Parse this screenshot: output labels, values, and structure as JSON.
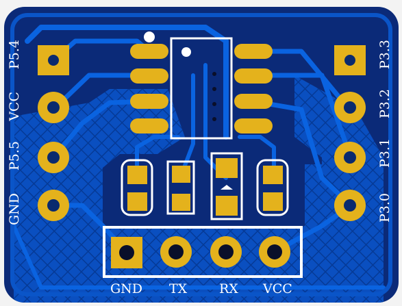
{
  "colors": {
    "background": "#f3f3f3",
    "board": "#0b2a78",
    "copper": "#0a55c8",
    "trace": "#0a63e0",
    "pad": "#e4b21c",
    "silkscreen": "#ffffff",
    "hole": "#0a2a6e"
  },
  "labels": {
    "left": [
      "P5.4",
      "VCC",
      "P5.5",
      "GND"
    ],
    "right": [
      "P3.3",
      "P3.2",
      "P3.1",
      "P3.0"
    ],
    "header": [
      "GND",
      "TX",
      "RX",
      "VCC"
    ]
  }
}
